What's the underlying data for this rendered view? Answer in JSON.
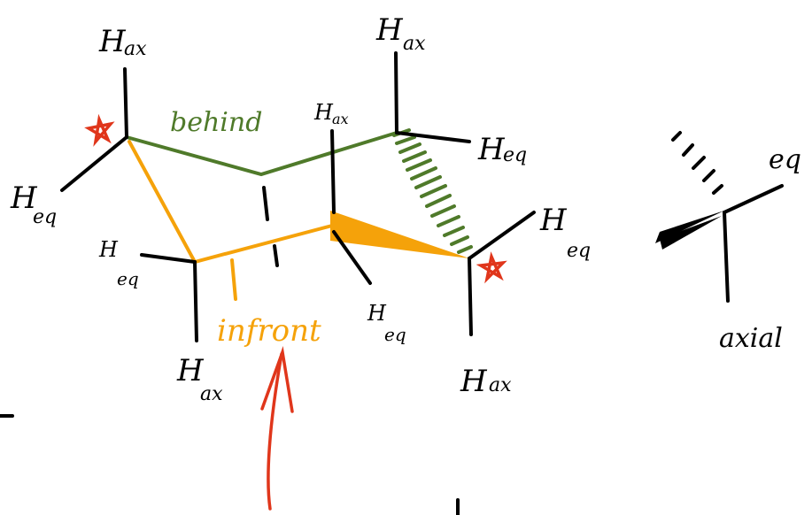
{
  "labels": {
    "h": "H",
    "ax": "ax",
    "eq": "eq",
    "behind": "behind",
    "infront": "infront",
    "axial_partial": "axial",
    "eq_partial": "eq"
  },
  "colors": {
    "ink": "#000000",
    "behind": "#4f7a2a",
    "infront": "#f5a20a",
    "star": "#e0361b"
  },
  "icons": {
    "star": "star-marker-icon"
  }
}
